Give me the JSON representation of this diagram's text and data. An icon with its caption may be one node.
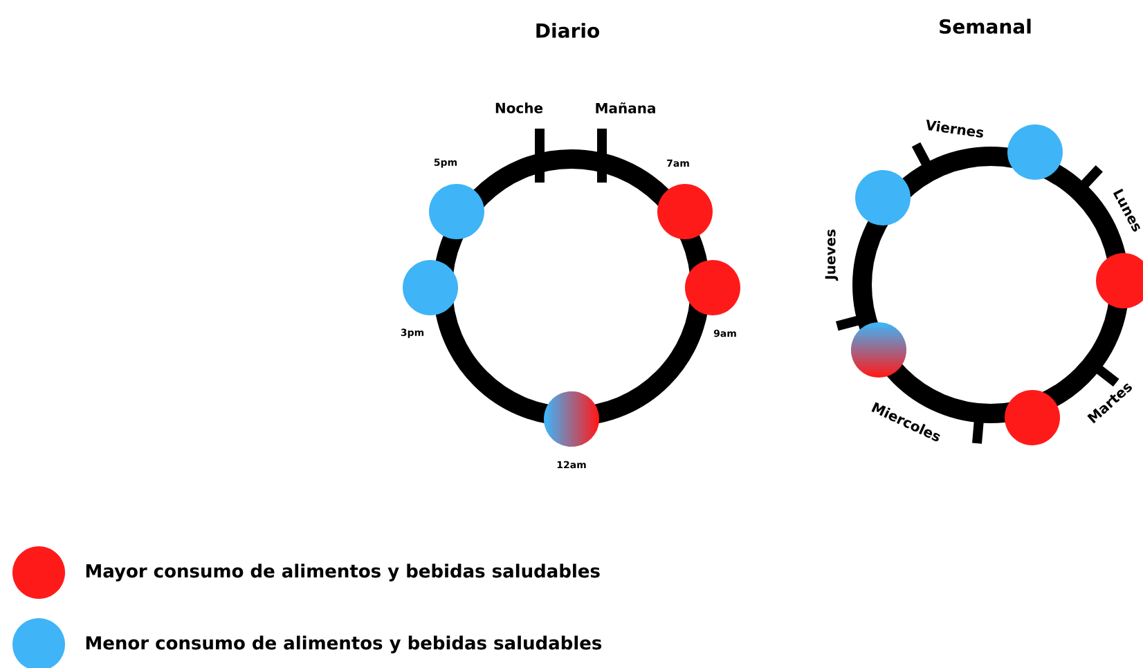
{
  "diagram": {
    "labels": [
      "Diario",
      "Semanal",
      "Noche",
      "Mañana",
      "5pm",
      "7am",
      "Viernes",
      "Lunes",
      "Jueves",
      "3pm",
      "9am",
      "Martes",
      "12am",
      "Miercoles"
    ],
    "legend": [
      {
        "text": "Mayor consumo de alimentos y bebidas saludables",
        "color": "#ff1a1a"
      },
      {
        "text": "Menor consumo de alimentos y bebidas saludables",
        "color": "#3fb4f7"
      }
    ]
  }
}
